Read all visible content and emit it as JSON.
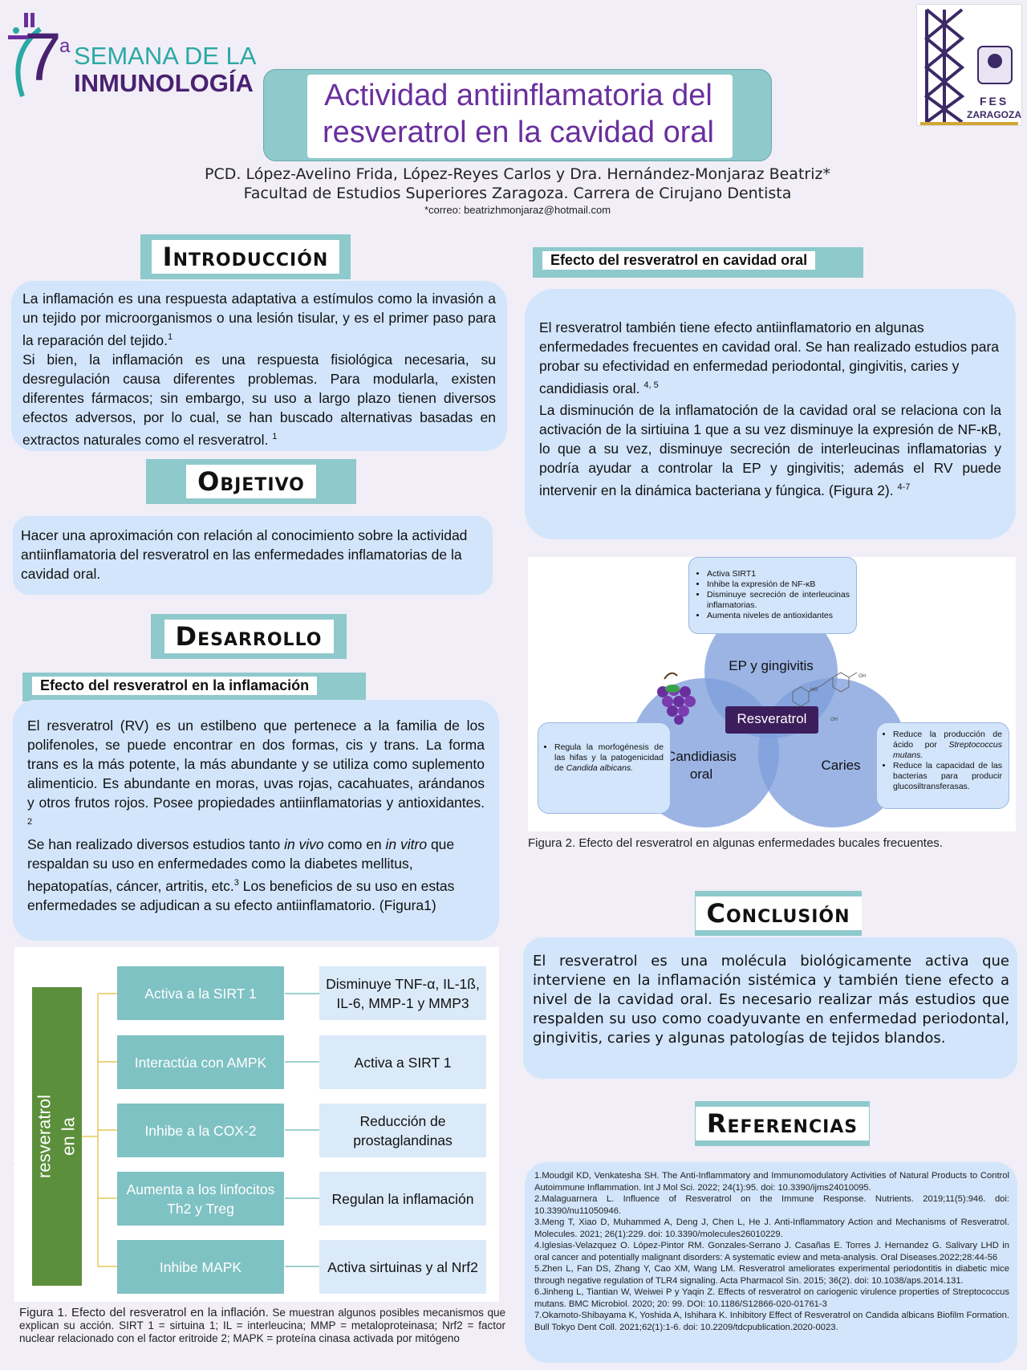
{
  "event": {
    "number": "7",
    "sup": "a",
    "line1": "SEMANA DE LA",
    "line2": "INMUNOLOGÍA"
  },
  "logo": {
    "text1": "FES",
    "text2": "ZARAGOZA"
  },
  "title": {
    "line1": "Actividad antiinflamatoria del",
    "line2": "resveratrol en la cavidad oral"
  },
  "authors": "PCD. López-Avelino Frida, López-Reyes Carlos y Dra. Hernández-Monjaraz Beatriz*",
  "affiliation": "Facultad de Estudios Superiores Zaragoza. Carrera de Cirujano Dentista",
  "email": "*correo: beatrizhmonjaraz@hotmail.com",
  "intro": {
    "heading": "Introducción",
    "p1": "La inflamación es una respuesta adaptativa a estímulos como la invasión a un tejido por microorganismos o una lesión tisular, y es el primer paso para la reparación del tejido.",
    "p1_ref": "1",
    "p2": "Si bien, la inflamación es una respuesta fisiológica necesaria, su desregulación causa diferentes problemas. Para modularla, existen diferentes fármacos; sin embargo, su uso a largo plazo tienen diversos efectos adversos, por lo cual, se han buscado alternativas basadas en extractos naturales como el resveratrol.",
    "p2_ref": "1"
  },
  "objetivo": {
    "heading": "Objetivo",
    "text": "Hacer una aproximación con relación al conocimiento sobre la actividad antiinflamatoria del resveratrol en las enfermedades inflamatorias de la cavidad oral."
  },
  "desarrollo": {
    "heading": "Desarrollo",
    "subheading": "Efecto del resveratrol en la inflamación",
    "p1": "El resveratrol (RV) es un estilbeno que pertenece a la familia de los polifenoles, se puede encontrar en dos formas, cis y trans. La forma trans es la más potente, la más abundante y se utiliza como suplemento alimenticio. Es abundante en moras, uvas rojas, cacahuates, arándanos y otros frutos rojos. Posee propiedades antiinflamatorias y antioxidantes.",
    "p1_ref": "2",
    "p2a": "Se han realizado diversos estudios tanto ",
    "p2_invivo": "in vivo",
    "p2b": " como en ",
    "p2_invitro": "in vitro",
    "p2c": " que respaldan su uso en enfermedades como la diabetes mellitus, hepatopatías, cáncer, artritis, etc.",
    "p2_ref": "3",
    "p2d": " Los beneficios de su uso en estas enfermedades se adjudican a su efecto antiinflamatorio. (Figura1)"
  },
  "figure1": {
    "root": "Efecto del resveratrol en la inflamación",
    "rows": [
      {
        "left": "Activa a la SIRT 1",
        "right": "Disminuye TNF-α, IL-1ß, IL-6, MMP-1 y MMP3"
      },
      {
        "left": "Interactúa con AMPK",
        "right": "Activa a SIRT 1"
      },
      {
        "left": "Inhibe a la COX-2",
        "right": "Reducción de prostaglandinas"
      },
      {
        "left": "Aumenta a los linfocitos Th2 y Treg",
        "right": "Regulan la inflamación"
      },
      {
        "left": "Inhibe MAPK",
        "right": "Activa sirtuinas y al Nrf2"
      }
    ],
    "caption_title": "Figura 1. Efecto del resveratrol en la inflación.",
    "caption_body": " Se muestran algunos posibles mecanismos que explican su acción. SIRT 1 = sirtuina 1; IL = interleucina; MMP = metaloproteinasa; Nrf2 = factor nuclear relacionado con el factor eritroide 2; MAPK = proteína cinasa activada por mitógeno"
  },
  "efecto_oral": {
    "subheading": "Efecto del resveratrol en cavidad oral",
    "p1": "El resveratrol también tiene efecto antiinflamatorio en algunas enfermedades frecuentes en cavidad oral. Se han realizado estudios para probar su efectividad en enfermedad periodontal, gingivitis, caries y candidiasis oral.",
    "p1_ref": "4, 5",
    "p2": "La disminución de la inflamatoción de la cavidad oral se relaciona con la activación de la sirtiuina 1 que a su vez disminuye la expresión de NF-κB, lo que a su vez, disminuye secreción de interleucinas inflamatorias y podría ayudar a controlar la EP y gingivitis; además el RV puede intervenir en la dinámica bacteriana y fúngica. (Figura 2).",
    "p2_ref": "4-7"
  },
  "figure2": {
    "top_list": [
      "Activa SIRT1",
      "Inhibe la expresión de NF-κB",
      "Disminuye secreción de interleucinas inflamatorias.",
      "Aumenta niveles de antioxidantes"
    ],
    "left_list_pre": "Regula la morfogénesis de las hifas y la patogenicidad de ",
    "left_list_italic": "Candida albicans.",
    "right_list_1_pre": "Reduce la producción de ácido por ",
    "right_list_1_italic": "Streptococcus mutans.",
    "right_list_2": "Reduce la capacidad de las bacterias para producir glucosiltransferasas.",
    "circle_top": "EP y gingivitis",
    "circle_left": "Candidiasis oral",
    "circle_right": "Caries",
    "center": "Resveratrol",
    "mol_oh1": "OH",
    "mol_oh2": "HO",
    "mol_oh3": "OH",
    "caption": "Figura 2. Efecto del resveratrol en algunas enfermedades bucales frecuentes.",
    "colors": {
      "circle": "#7f9fdc",
      "center": "#3d1e5c"
    }
  },
  "conclusion": {
    "heading": "Conclusión",
    "text": "El resveratrol es una molécula biológicamente activa que interviene en la inflamación sistémica y también tiene efecto a nivel de la cavidad oral. Es necesario realizar más estudios que respalden su uso como coadyuvante en enfermedad periodontal, gingivitis, caries y algunas patologías de tejidos blandos."
  },
  "referencias": {
    "heading": "Referencias",
    "items": [
      "1.Moudgil KD, Venkatesha SH. The Anti-Inflammatory and Immunomodulatory Activities of Natural Products to Control Autoimmune Inflammation. Int J Mol Sci. 2022; 24(1):95. doi: 10.3390/ijms24010095.",
      "2.Malaguarnera L. Influence of Resveratrol on the Immune Response. Nutrients. 2019;11(5):946. doi: 10.3390/nu11050946.",
      "3.Meng T, Xiao D, Muhammed A, Deng J, Chen L, He J. Anti-Inflammatory Action and Mechanisms of Resveratrol. Molecules. 2021; 26(1):229. doi: 10.3390/molecules26010229.",
      "4.Iglesias-Velazquez O. López-Pintor RM. Gonzales-Serrano J. Casañas E. Torres J. Hernandez G. Salivary LHD in oral cancer and potentially malignant disorders: A systematic eview and meta-analysis. Oral Diseases.2022;28:44-56",
      "5.Zhen L, Fan DS, Zhang Y, Cao XM, Wang LM. Resveratrol ameliorates experimental periodontitis in diabetic mice through negative regulation of TLR4 signaling. Acta Pharmacol Sin. 2015; 36(2). doi: 10.1038/aps.2014.131.",
      "6.Jinheng L, Tiantian W, Weiwei P y Yaqin Z. Effects of resveratrol on cariogenic virulence properties of Streptococcus mutans. BMC Microbiol. 2020; 20: 99. DOI: 10.1186/S12866-020-01761-3",
      "7.Okamoto-Shibayama K, Yoshida A, Ishihara K. Inhibitory Effect of Resveratrol on Candida albicans Biofilm Formation. Bull Tokyo Dent Coll. 2021;62(1):1-6. doi: 10.2209/tdcpublication.2020-0023."
    ]
  }
}
